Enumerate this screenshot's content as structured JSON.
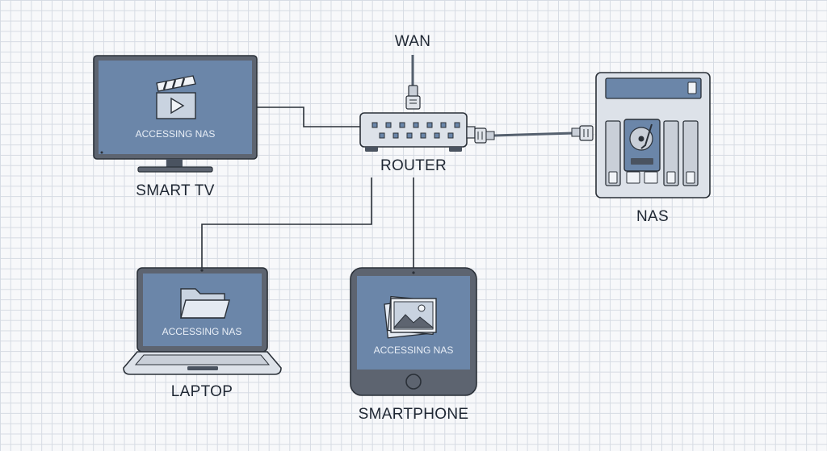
{
  "labels": {
    "wan": "WAN",
    "router": "ROUTER",
    "nas": "NAS",
    "smart_tv": "SMART TV",
    "laptop": "LAPTOP",
    "smartphone": "SMARTPHONE"
  },
  "screens": {
    "tv": "ACCESSING NAS",
    "laptop": "ACCESSING NAS",
    "phone": "ACCESSING NAS"
  },
  "icons": {
    "tv_screen": "clapperboard-icon",
    "laptop_screen": "folder-icon",
    "phone_screen": "photo-gallery-icon",
    "nas_drive": "hard-drive-icon"
  },
  "colors": {
    "screen_blue": "#6b86a9",
    "device_frame": "#5d6470",
    "line": "#2a3038",
    "grid": "#d6dbe3"
  }
}
